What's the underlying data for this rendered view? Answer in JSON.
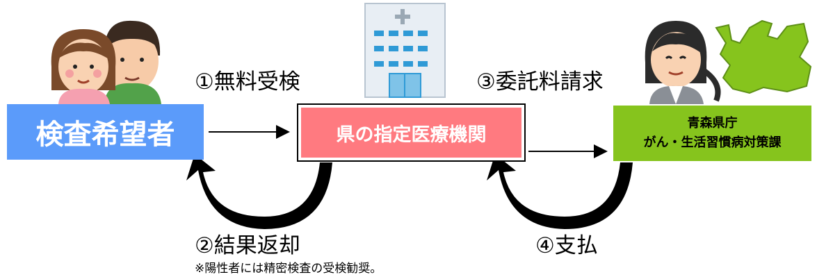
{
  "nodes": {
    "applicant": "検査希望者",
    "hospital": "県の指定医療機関",
    "office_line1": "青森県庁",
    "office_line2": "がん・生活習慣病対策課"
  },
  "steps": {
    "step1": "①無料受検",
    "step2": "②結果返却",
    "step3": "③委託料請求",
    "step4": "④支払"
  },
  "note": "※陽性者には精密検査の受検勧奨。",
  "colors": {
    "applicant_fill": "#5b9bfa",
    "hospital_fill": "#ff7a80",
    "office_fill": "#86c41d",
    "arrow": "#000000"
  },
  "icons": [
    "couple-illustration",
    "hospital-building-icon",
    "staff-woman-illustration",
    "aomori-map-icon"
  ]
}
